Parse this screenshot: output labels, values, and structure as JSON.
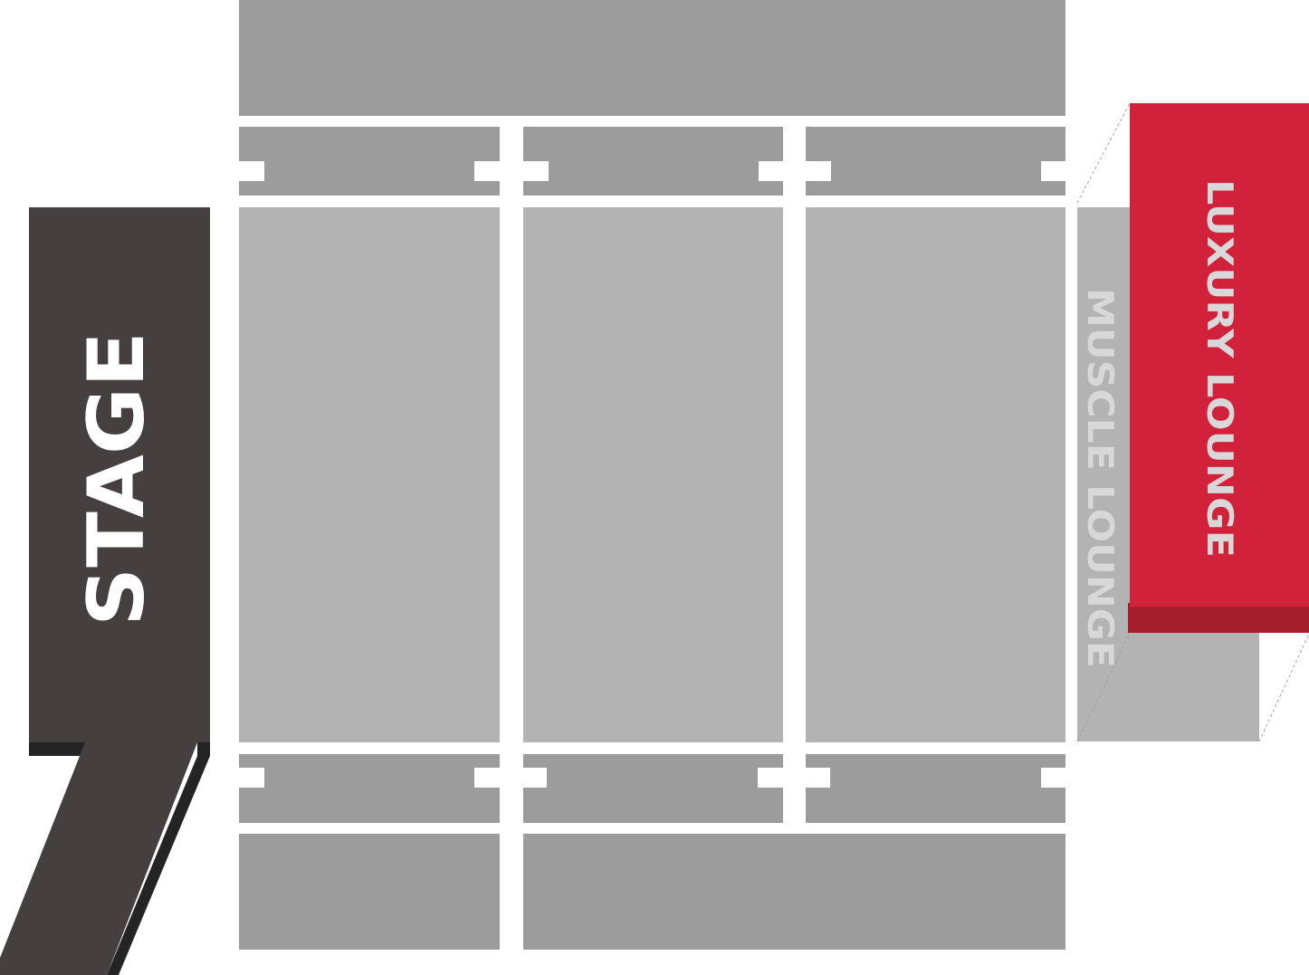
{
  "venue_map": {
    "stage_label": "STAGE",
    "muscle_lounge_label": "MUSCLE LOUNGE",
    "luxury_lounge_label": "LUXURY LOUNGE"
  },
  "colors": {
    "background": "#ffffff",
    "section_dark": "#9c9c9c",
    "section_light": "#b3b3b3",
    "stage": "#453f3f",
    "stage_shadow": "#242424",
    "luxury_lounge": "#d2213a",
    "luxury_lounge_shadow": "#a51e2b",
    "muscle_lounge_text": "#d8d8d8"
  }
}
